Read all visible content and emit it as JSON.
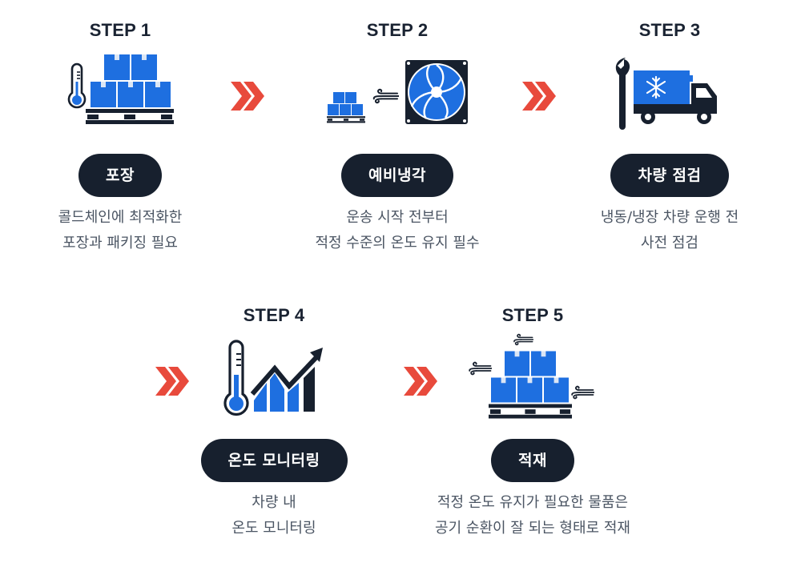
{
  "colors": {
    "accent_blue": "#1e6fe0",
    "dark_navy": "#17202e",
    "arrow_red": "#e84a3c",
    "desc_text": "#4b5563"
  },
  "arrow_icon": "double-chevron-right-icon",
  "steps": [
    {
      "title": "STEP 1",
      "icon": "pallet-boxes-thermometer-icon",
      "label": "포장",
      "desc": [
        "콜드체인에 최적화한",
        "포장과 패키징 필요"
      ]
    },
    {
      "title": "STEP 2",
      "icon": "boxes-wind-fan-icon",
      "label": "예비냉각",
      "desc": [
        "운송 시작 전부터",
        "적정 수준의 온도 유지 필수"
      ]
    },
    {
      "title": "STEP 3",
      "icon": "wrench-refrigerated-truck-icon",
      "label": "차량 점검",
      "desc": [
        "냉동/냉장 차량 운행 전",
        "사전 점검"
      ]
    },
    {
      "title": "STEP 4",
      "icon": "thermometer-chart-icon",
      "label": "온도 모니터링",
      "desc": [
        "차량 내",
        "온도 모니터링"
      ]
    },
    {
      "title": "STEP 5",
      "icon": "pallet-boxes-airflow-icon",
      "label": "적재",
      "desc": [
        "적정 온도 유지가 필요한 물품은",
        "공기 순환이 잘 되는 형태로 적재"
      ]
    }
  ]
}
